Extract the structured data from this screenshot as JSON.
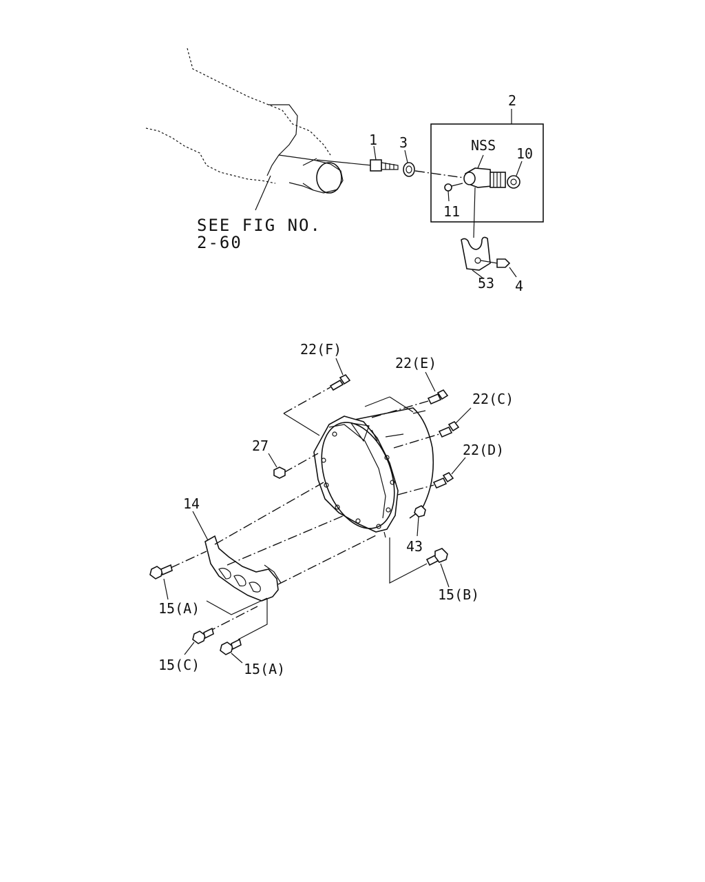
{
  "labels": {
    "p1": "1",
    "p2": "2",
    "p3": "3",
    "nss": "NSS",
    "p10": "10",
    "p11": "11",
    "p53": "53",
    "p4": "4",
    "see_fig_line1": "SEE FIG NO.",
    "see_fig_line2": "2-60",
    "p22f": "22(F)",
    "p22e": "22(E)",
    "p22c": "22(C)",
    "p22d": "22(D)",
    "p27": "27",
    "p14": "14",
    "p43": "43",
    "p15a_left": "15(A)",
    "p15b": "15(B)",
    "p15c": "15(C)",
    "p15a_bottom": "15(A)"
  }
}
